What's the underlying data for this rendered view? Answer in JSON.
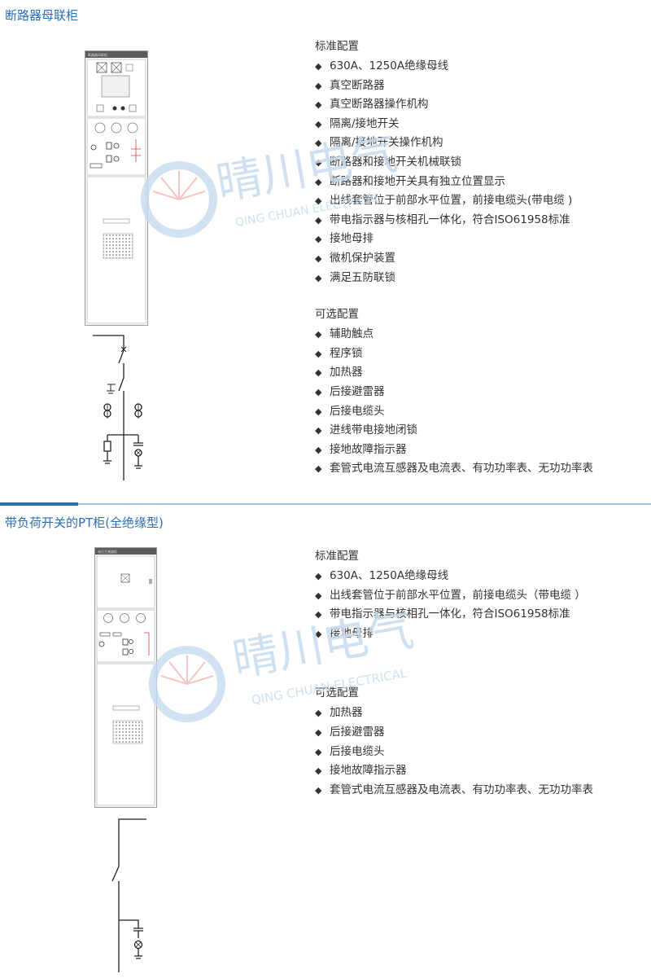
{
  "sections": [
    {
      "title": "断路器母联柜",
      "panel_label": "断路器母联柜",
      "standard_title": "标准配置",
      "standard_items": [
        "630A、1250A绝缘母线",
        "真空断路器",
        "真空断路器操作机构",
        "隔离/接地开关",
        "隔离/接地开关操作机构",
        "断路器和接地开关机械联锁",
        "断路器和接地开关具有独立位置显示",
        "出线套管位于前部水平位置，前接电缆头(带电缆 )",
        "带电指示器与核相孔一体化，符合ISO61958标准",
        "接地母排",
        "微机保护装置",
        "满足五防联锁"
      ],
      "optional_title": "可选配置",
      "optional_items": [
        "辅助触点",
        "程序锁",
        "加热器",
        "后接避雷器",
        "后接电缆头",
        "进线带电接地闭锁",
        "接地故障指示器",
        "套管式电流互感器及电流表、有功功率表、无功功率表"
      ]
    },
    {
      "title": "带负荷开关的PT柜(全绝缘型)",
      "panel_label": "电压互感器柜",
      "standard_title": "标准配置",
      "standard_items": [
        "630A、1250A绝缘母线",
        "出线套管位于前部水平位置，前接电缆头（带电缆 ）",
        "带电指示器与核相孔一体化，符合ISO61958标准",
        "接地母排"
      ],
      "optional_title": "可选配置",
      "optional_items": [
        "加热器",
        "后接避雷器",
        "后接电缆头",
        "接地故障指示器",
        "套管式电流互感器及电流表、有功功率表、无功功率表"
      ]
    }
  ],
  "watermark": {
    "cn": "晴川电气",
    "en": "QING CHUAN ELECTRICAL"
  },
  "colors": {
    "title_blue": "#2a6fb5",
    "separator": "#9fc1e3",
    "red_wire": "#e53935"
  }
}
